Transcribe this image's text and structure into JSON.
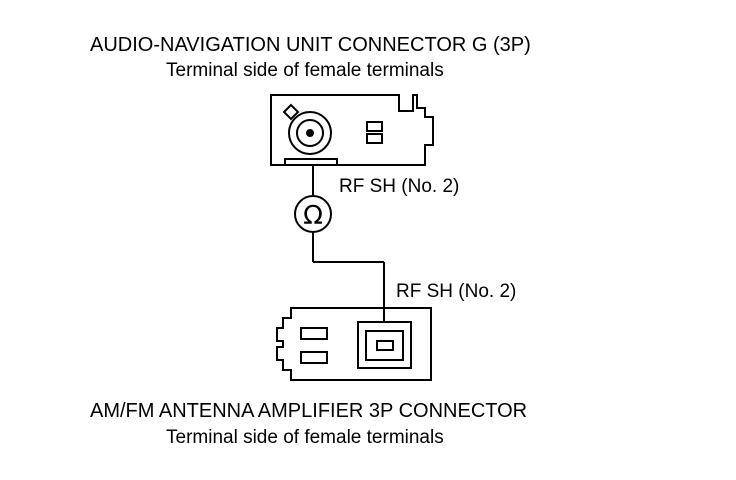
{
  "top_connector": {
    "title": "AUDIO-NAVIGATION UNIT CONNECTOR G (3P)",
    "subtitle": "Terminal side of female terminals"
  },
  "bottom_connector": {
    "title": "AM/FM ANTENNA AMPLIFIER 3P CONNECTOR",
    "subtitle": "Terminal side of female terminals"
  },
  "probe_labels": {
    "top": "RF SH (No. 2)",
    "bottom": "RF SH (No. 2)"
  },
  "meter_symbol": "Ω",
  "icons": {
    "top_connector": "audio-navigation-connector-face-icon",
    "bottom_connector": "antenna-amplifier-connector-face-icon",
    "meter": "ohmmeter-icon"
  }
}
